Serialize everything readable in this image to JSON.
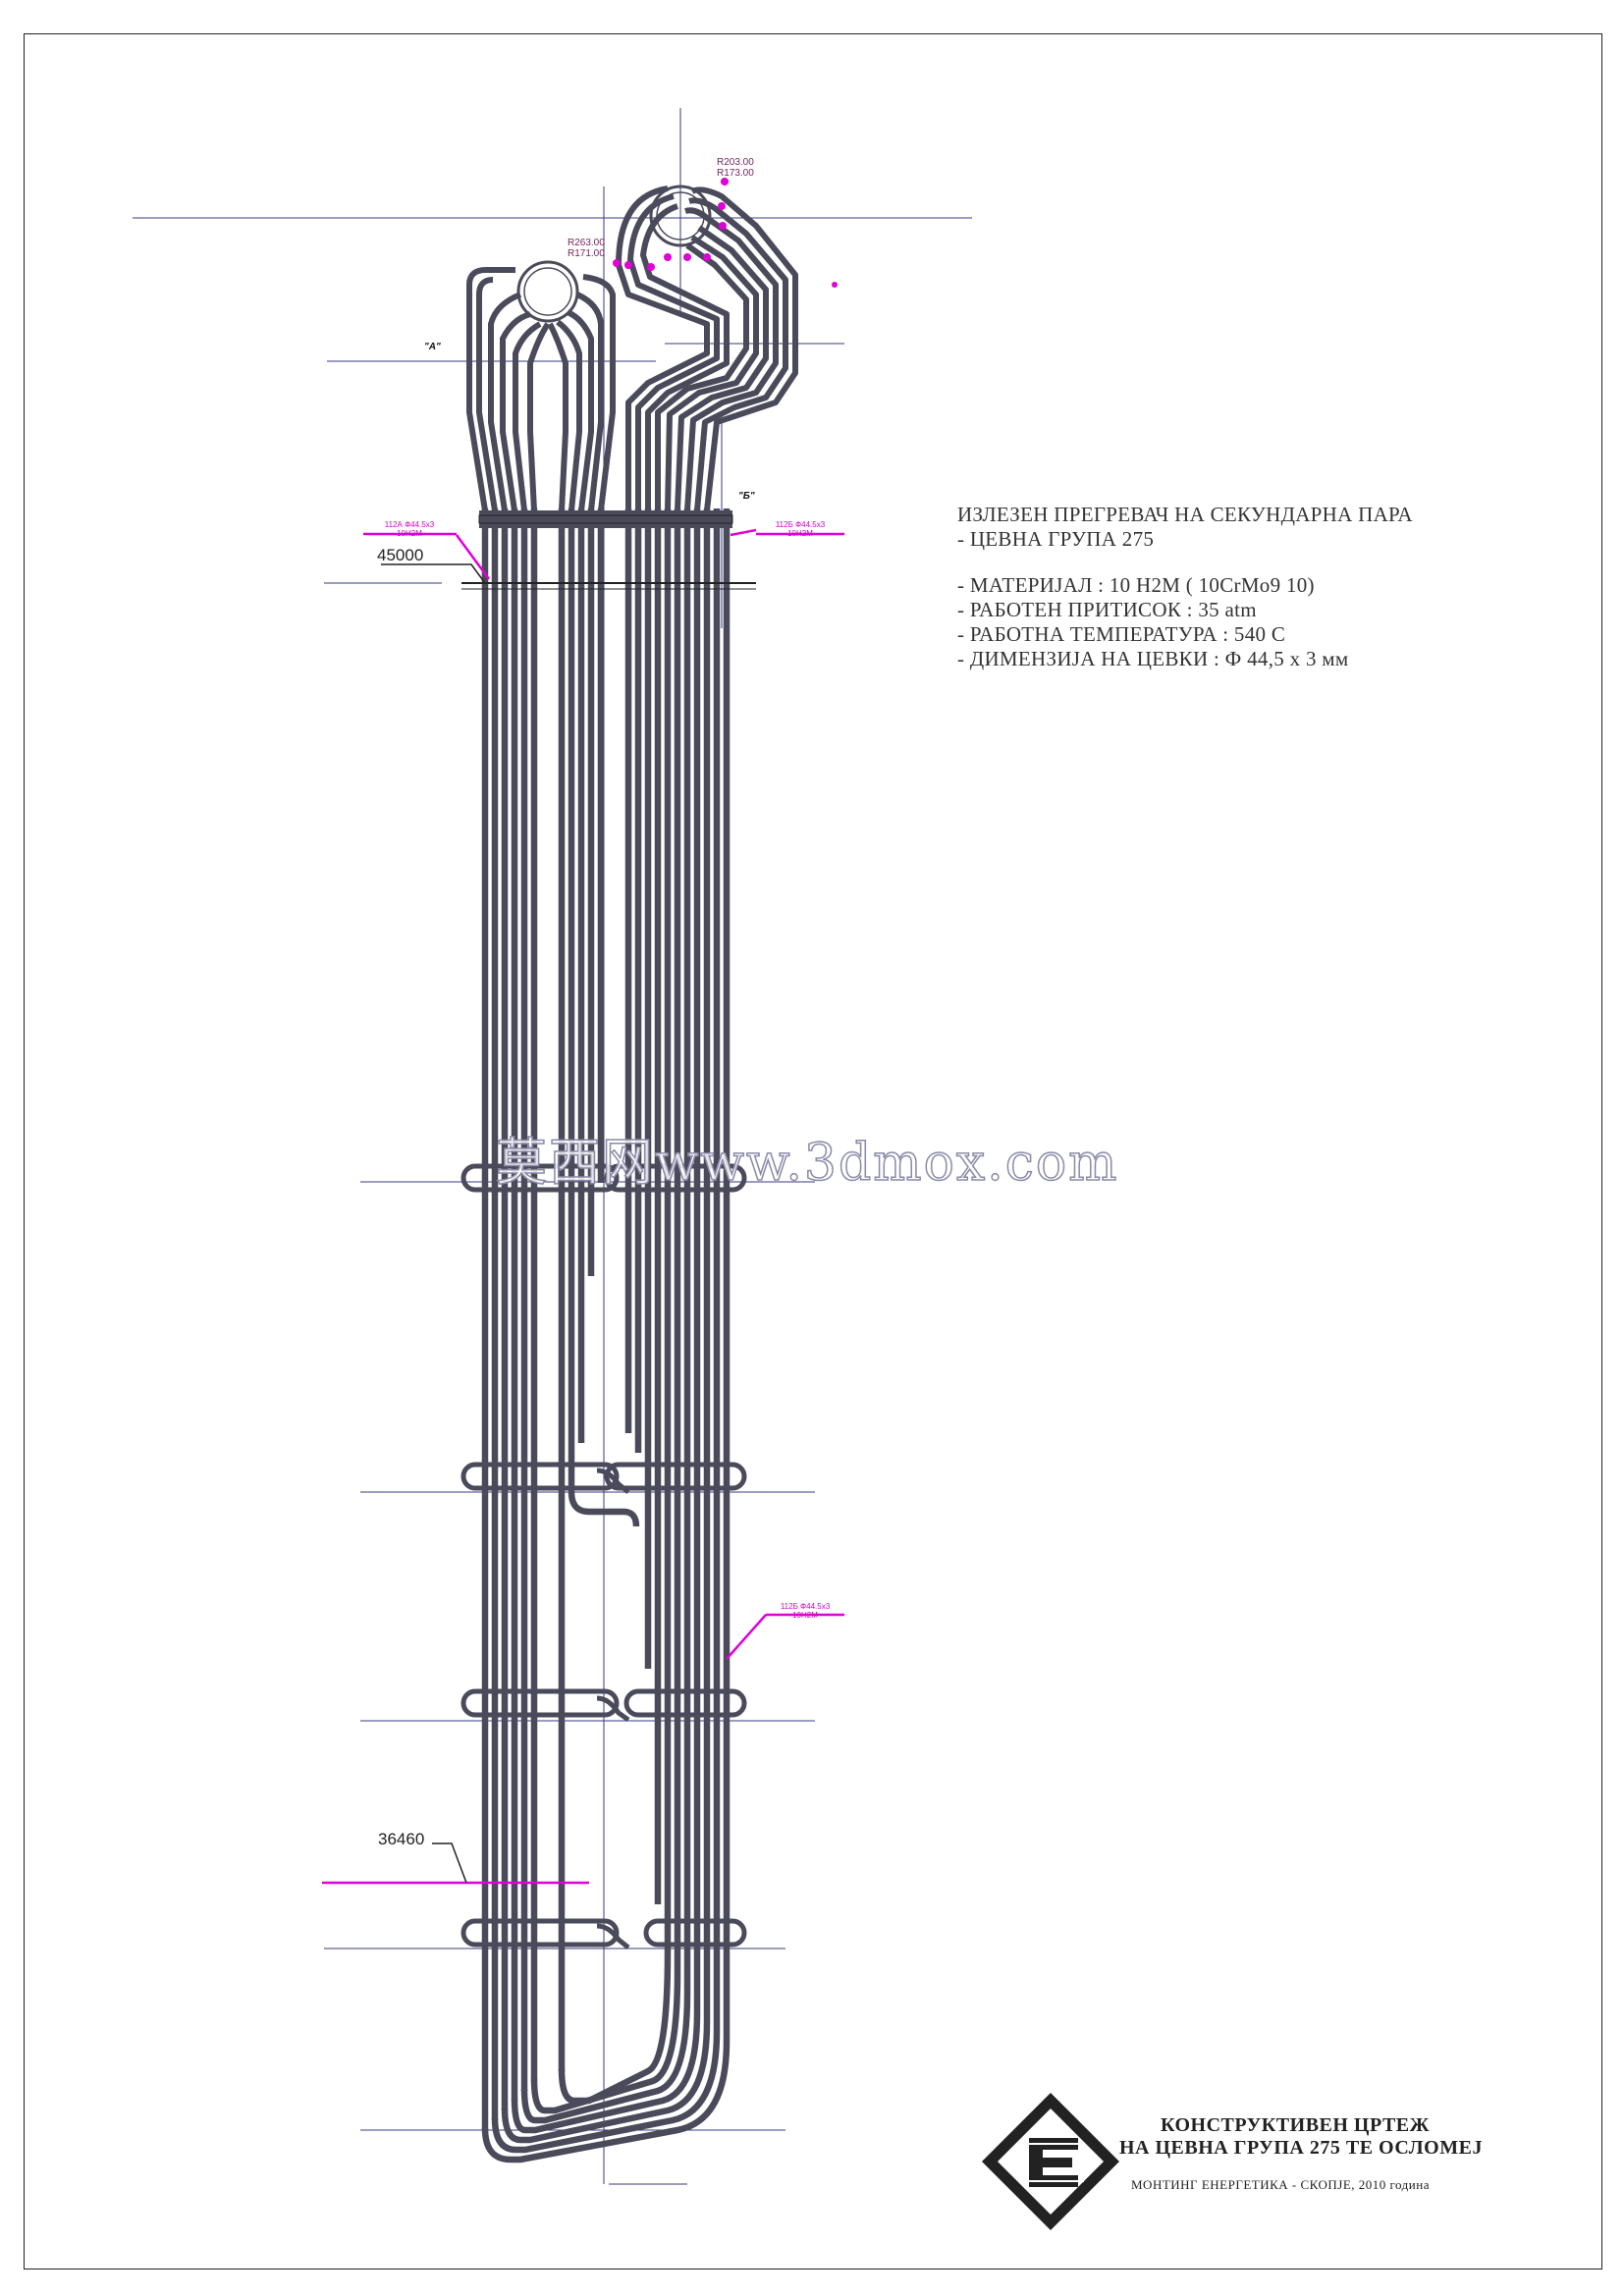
{
  "spec": {
    "title_line1": "ИЗЛЕЗЕН ПРЕГРЕВАЧ НА СЕКУНДАРНА ПАРА",
    "title_line2": "- ЦЕВНА ГРУПА 275",
    "material": "- МАТЕРИЈАЛ : 10 Н2М ( 10CrMo9 10)",
    "pressure": "- РАБОТЕН ПРИТИСОК : 35 atm",
    "temperature": "- РАБОТНА ТЕМПЕРАТУРА : 540 С",
    "dimension": "- ДИМЕНЗИЈА НА ЦЕВКИ : Ф 44,5 х 3 мм"
  },
  "annotations": {
    "elev_top": "45000",
    "elev_bottom": "36460",
    "radius_left_1": "R263.00",
    "radius_left_2": "R171.00",
    "radius_right_1": "R203.00",
    "radius_right_2": "R173.00",
    "view_a": "\"A\"",
    "view_b": "\"Б\"",
    "tag_left_1": "112А Ф44.5x3",
    "tag_left_2": "10Н2М",
    "tag_right_1": "112Б Ф44.5x3",
    "tag_right_2": "10Н2М",
    "tag_mid_1": "112Б Ф44.5x3",
    "tag_mid_2": "10Н2М"
  },
  "watermark": "莫西网www.3dmox.com",
  "title_block": {
    "line1": "КОНСТРУКТИВЕН ЦРТЕЖ",
    "line2": "НА ЦЕВНА ГРУПА 275 ТЕ ОСЛОМЕЈ",
    "line3": "МОНТИНГ ЕНЕРГЕТИКА - СКОПЈЕ,   2010 година"
  },
  "colors": {
    "tube": "#4a4a5a",
    "magenta": "#e000d8",
    "guide_line": "#3a3a80"
  }
}
